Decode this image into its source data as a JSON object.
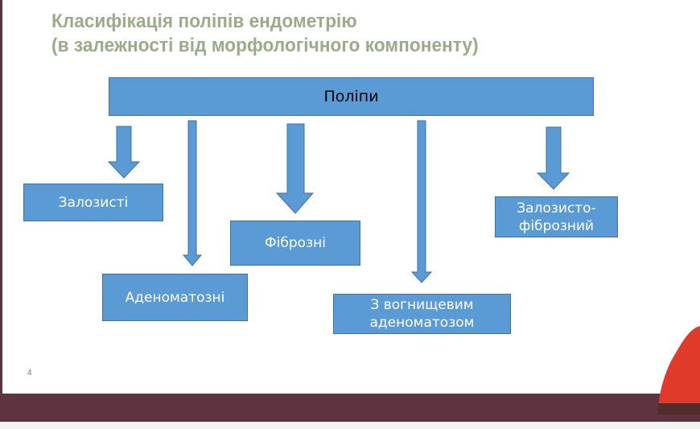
{
  "title_line1": "Класифікація поліпів ендометрію",
  "title_line2": "(в залежності від морфологічного компоненту)",
  "root": "Поліпи",
  "categories": [
    "Залозисті",
    "Аденоматозні",
    "Фіброзні",
    "З вогнищевим аденоматозом",
    "Залозисто-фіброзний"
  ],
  "page_number": "4",
  "colors": {
    "box": "#5b9bd5",
    "title": "#9aab88",
    "band": "#5f3240"
  }
}
